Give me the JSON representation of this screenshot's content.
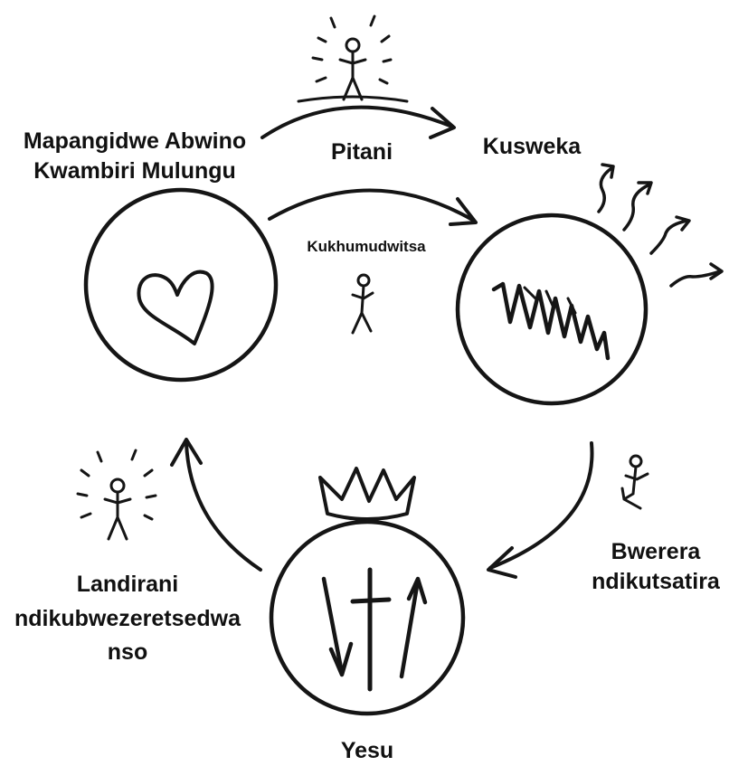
{
  "labels": {
    "plan_line1": "Mapangidwe Abwino",
    "plan_line2": "Kwambiri Mulungu",
    "pitani": "Pitani",
    "kusweka": "Kusweka",
    "kukhumudwitsa": "Kukhumudwitsa",
    "bwerera_line1": "Bwerera",
    "bwerera_line2": "ndikutsatira",
    "landirani_line1": "Landirani",
    "landirani_line2": "ndikubwezeretsedwa",
    "landirani_line3": "nso",
    "yesu": "Yesu"
  },
  "colors": {
    "ink": "#151515",
    "background": "#ffffff"
  },
  "icons": {
    "top_figure": "radiant-stick-figure-icon",
    "left_figure": "radiant-stick-figure-icon",
    "walking_figure": "walking-stick-figure-icon",
    "kneeling_figure": "kneeling-stick-figure-icon",
    "heart": "heart-icon",
    "broken": "zigzag-scribble-icon",
    "crown": "crown-icon",
    "cross": "cross-icon"
  }
}
